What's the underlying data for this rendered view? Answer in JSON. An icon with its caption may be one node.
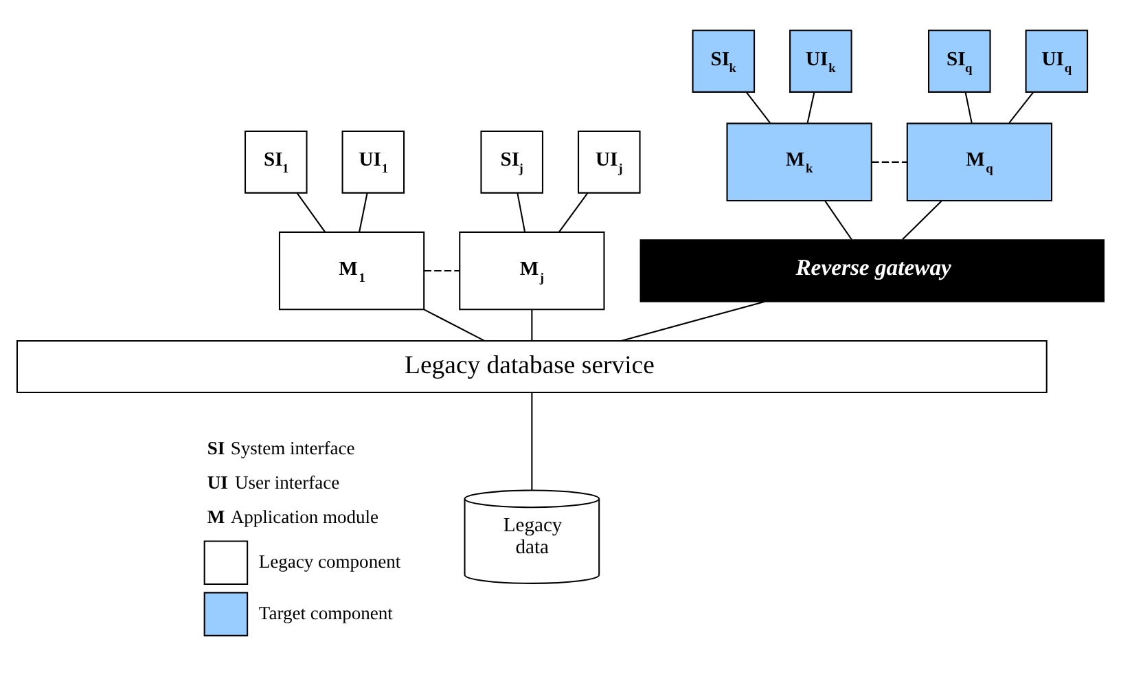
{
  "diagram": {
    "nodes": [
      {
        "text": [
          "SI$_{k}$"
        ]
      },
      {
        "text": [
          "UI$_{k}$"
        ]
      },
      {
        "text": [
          "SI$_{q}$"
        ]
      },
      {
        "text": [
          "UI$_{q}$"
        ]
      },
      {
        "text": [
          "SI$_{1}$"
        ]
      },
      {
        "text": [
          "UI$_{1}$"
        ]
      },
      {
        "text": [
          "SI$_{j}$"
        ]
      },
      {
        "text": [
          "UI$_{j}$"
        ]
      },
      {
        "text": [
          "M$_{k}$"
        ]
      },
      {
        "text": [
          "M$_{q}$"
        ]
      },
      {
        "text": [
          "M$_{1}$"
        ]
      },
      {
        "text": [
          "M$_{j}$"
        ]
      },
      {
        "text": [
          "Reverse gateway"
        ]
      },
      {
        "text": [
          "Legacy database service"
        ]
      },
      {
        "text": [
          "Legacy data"
        ]
      }
    ],
    "edges": [
      {
        "from": 0,
        "to": 8,
        "arrow": "none"
      },
      {
        "from": 1,
        "to": 8,
        "arrow": "none"
      },
      {
        "from": 2,
        "to": 9,
        "arrow": "none"
      },
      {
        "from": 3,
        "to": 9,
        "arrow": "none"
      },
      {
        "from": 4,
        "to": 10,
        "arrow": "none"
      },
      {
        "from": 5,
        "to": 10,
        "arrow": "none"
      },
      {
        "from": 6,
        "to": 11,
        "arrow": "none"
      },
      {
        "from": 7,
        "to": 11,
        "arrow": "none"
      },
      {
        "from": 8,
        "to": 9,
        "arrow": "none",
        "style": "dashed"
      },
      {
        "from": 10,
        "to": 11,
        "arrow": "none",
        "style": "dashed"
      },
      {
        "from": 8,
        "to": 12,
        "arrow": "none"
      },
      {
        "from": 9,
        "to": 12,
        "arrow": "none"
      },
      {
        "from": 10,
        "to": 13,
        "arrow": "none"
      },
      {
        "from": 11,
        "to": 13,
        "arrow": "none"
      },
      {
        "from": 12,
        "to": 13,
        "arrow": "none"
      },
      {
        "from": 13,
        "to": 14,
        "arrow": "none"
      }
    ],
    "labels": [
      "**SI** System interface",
      "**UI** User interface",
      "**M** Application module"
    ],
    "legend": [
      {
        "text": "Legacy component",
        "color": "#ffffff"
      },
      {
        "text": "Target component",
        "color": "#99ccff"
      }
    ]
  }
}
